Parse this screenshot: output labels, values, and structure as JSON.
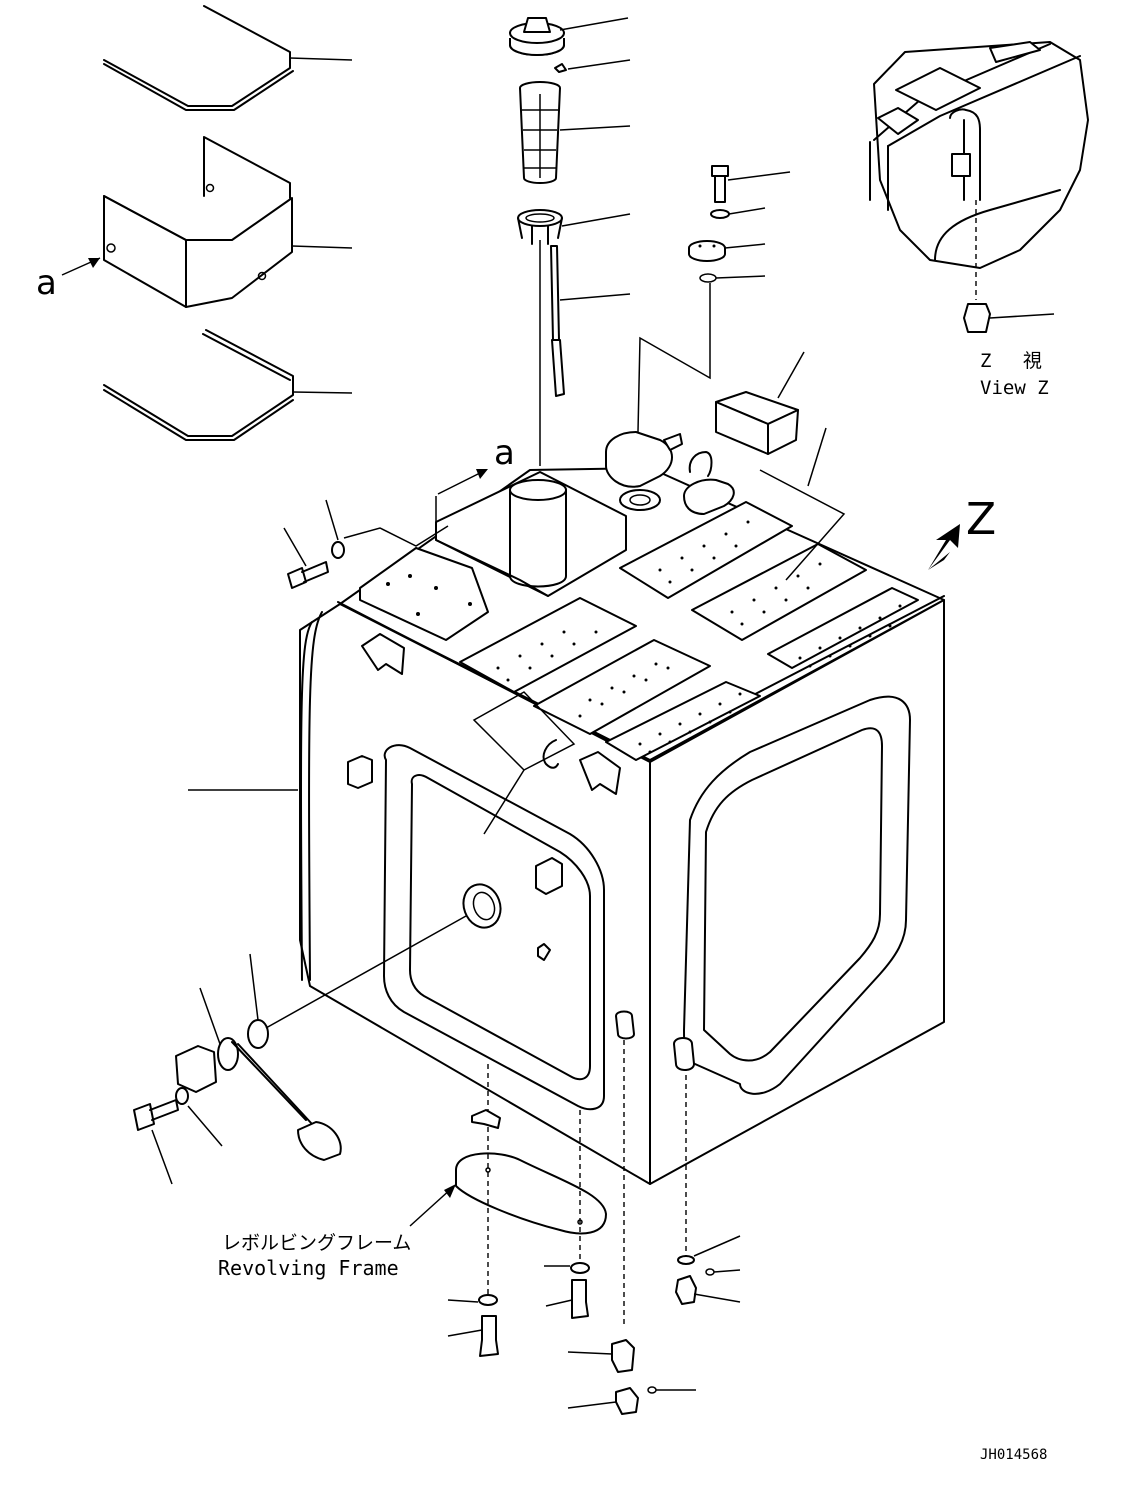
{
  "diagram": {
    "drawing_number": "JH014568",
    "view_label": {
      "jp": "Z  視",
      "en": "View Z"
    },
    "view_arrow_letter": "Z",
    "detail_letter": "a",
    "frame_label": {
      "jp": "レボルビングフレーム",
      "en": "Revolving Frame"
    },
    "colors": {
      "line": "#000000",
      "background": "#ffffff"
    }
  }
}
